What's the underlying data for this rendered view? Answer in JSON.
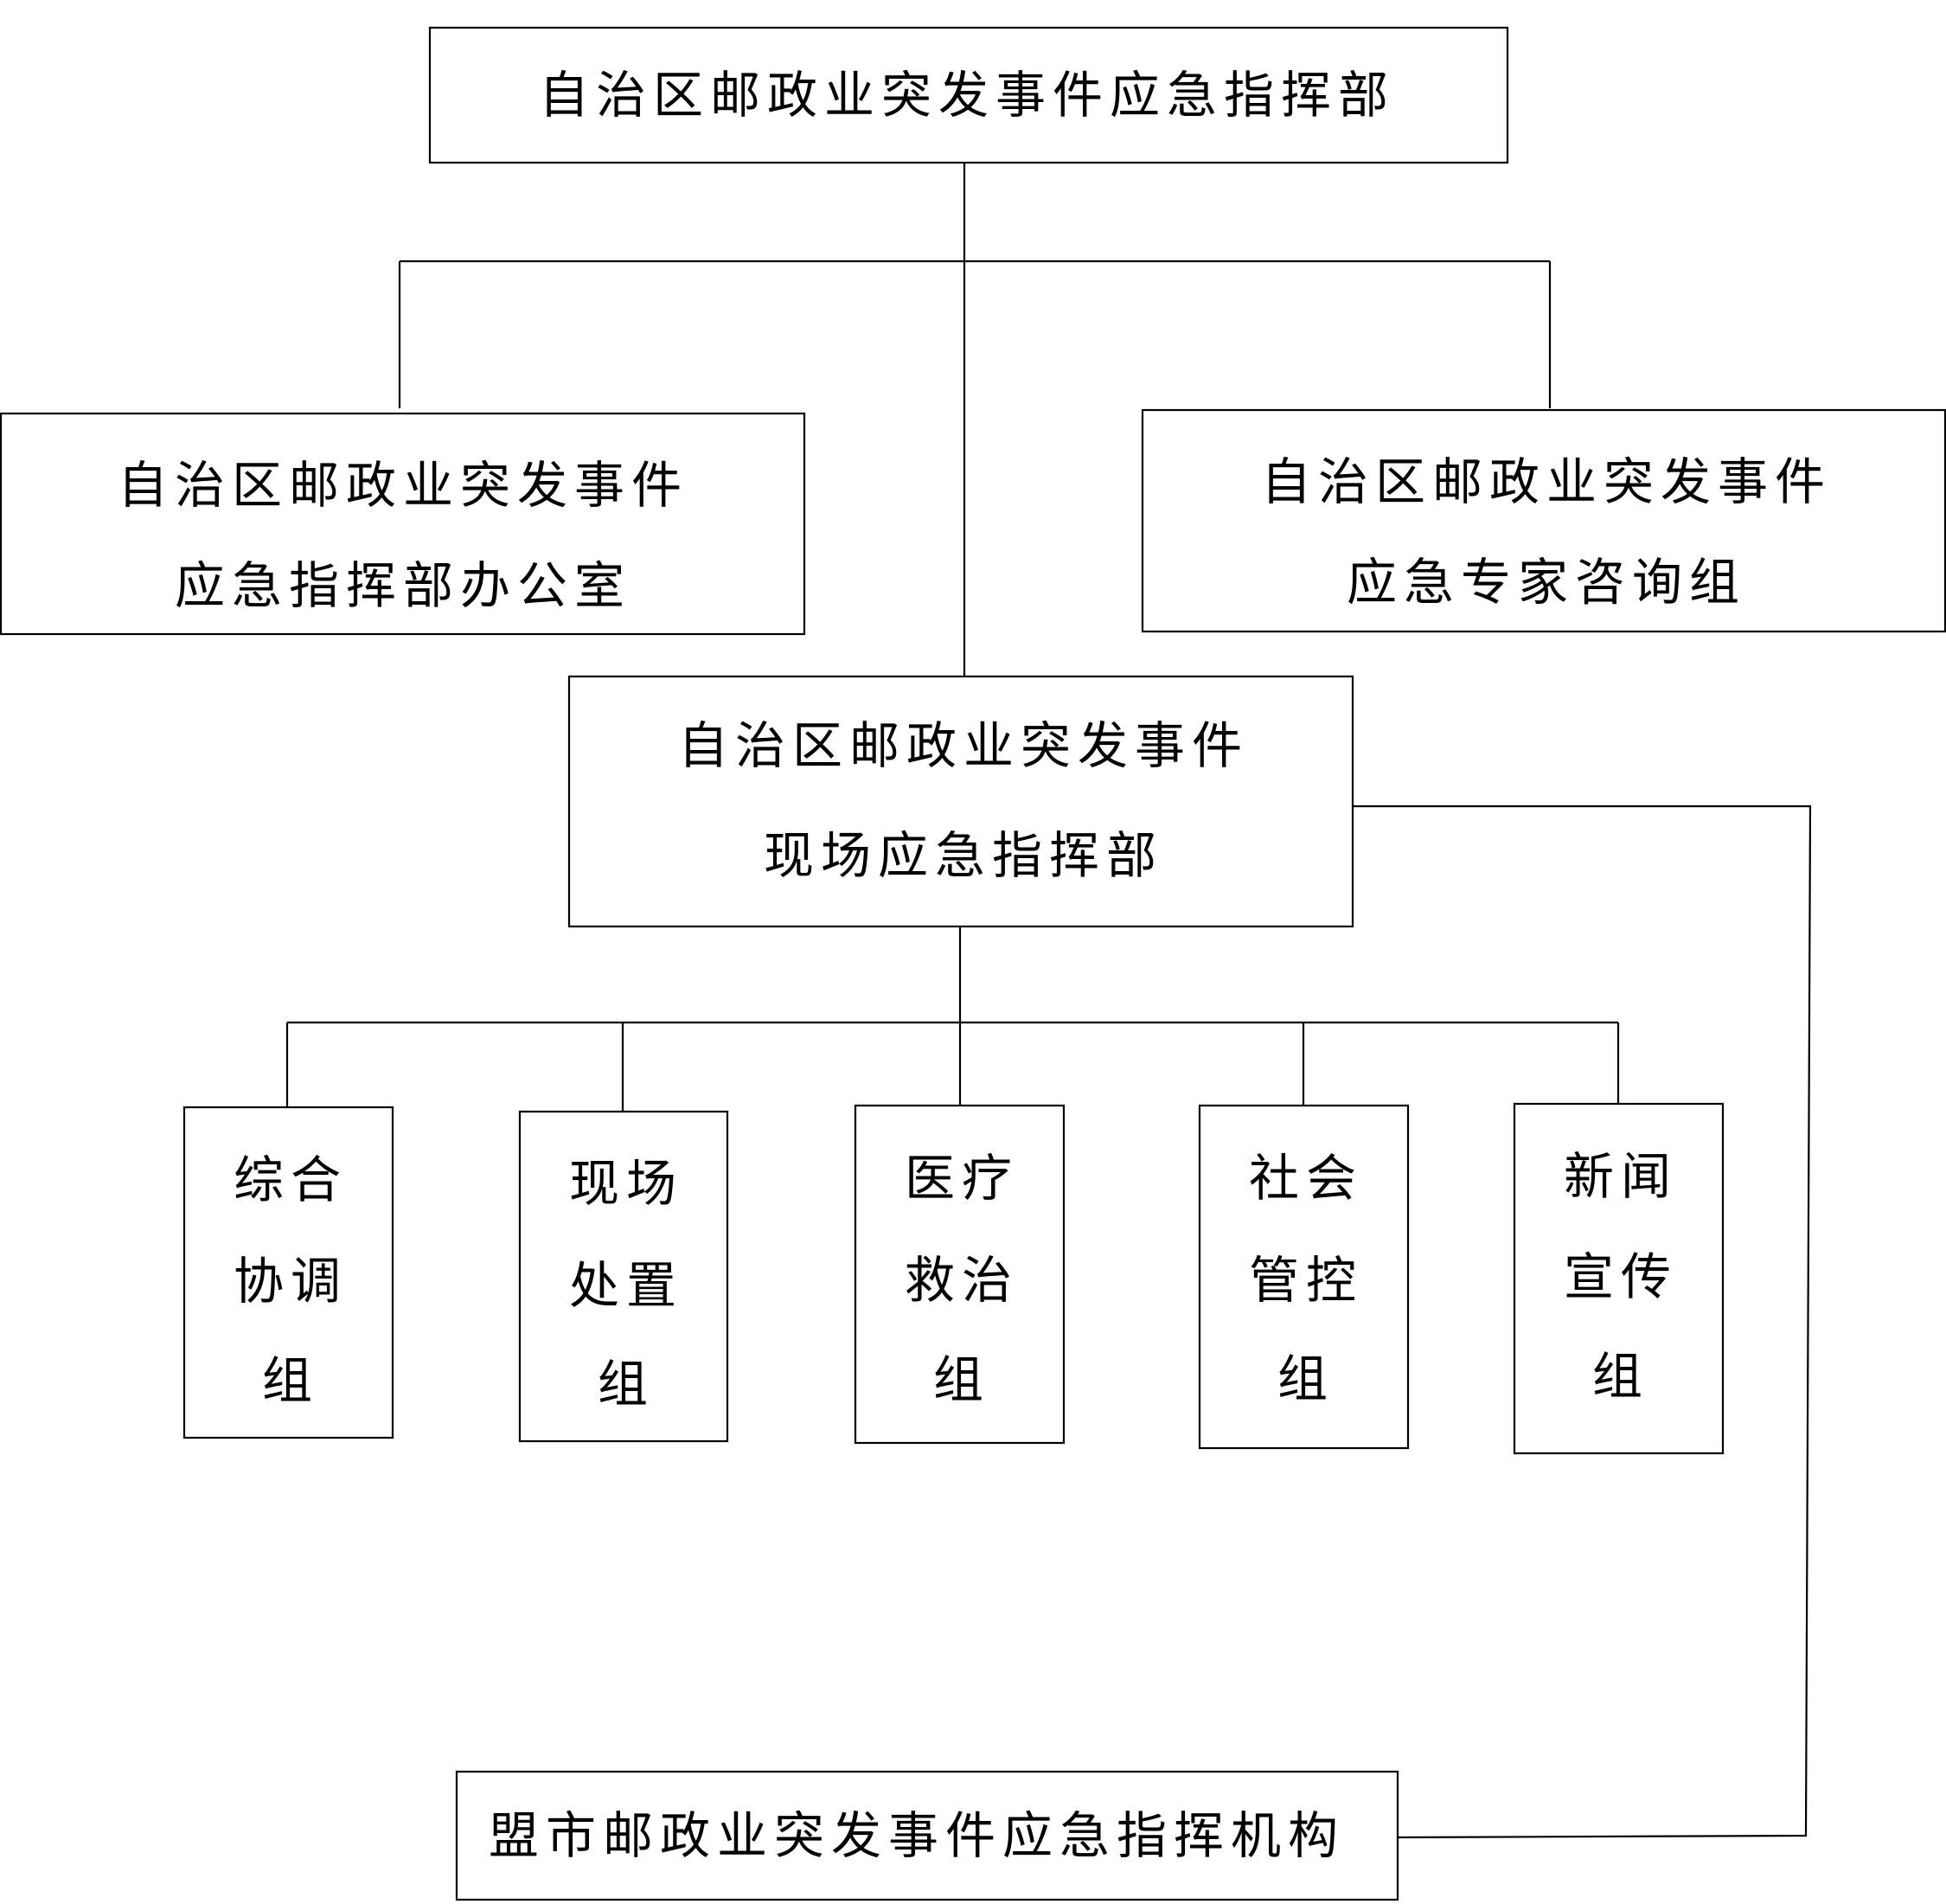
{
  "nodes": {
    "hq": {
      "lines": [
        "自治区邮政业突发事件应急指挥部"
      ]
    },
    "office": {
      "lines": [
        "自治区邮政业突发事件",
        "应急指挥部办公室"
      ]
    },
    "experts": {
      "lines": [
        "自治区邮政业突发事件",
        "应急专家咨询组"
      ]
    },
    "onsite": {
      "lines": [
        "自治区邮政业突发事件",
        "现场应急指挥部"
      ]
    },
    "coord": {
      "lines": [
        "综合",
        "协调",
        "组"
      ]
    },
    "handling": {
      "lines": [
        "现场",
        "处置",
        "组"
      ]
    },
    "medical": {
      "lines": [
        "医疗",
        "救治",
        "组"
      ]
    },
    "social": {
      "lines": [
        "社会",
        "管控",
        "组"
      ]
    },
    "news": {
      "lines": [
        "新闻",
        "宣传",
        "组"
      ]
    },
    "league": {
      "lines": [
        "盟市邮政业突发事件应急指挥机构"
      ]
    }
  }
}
